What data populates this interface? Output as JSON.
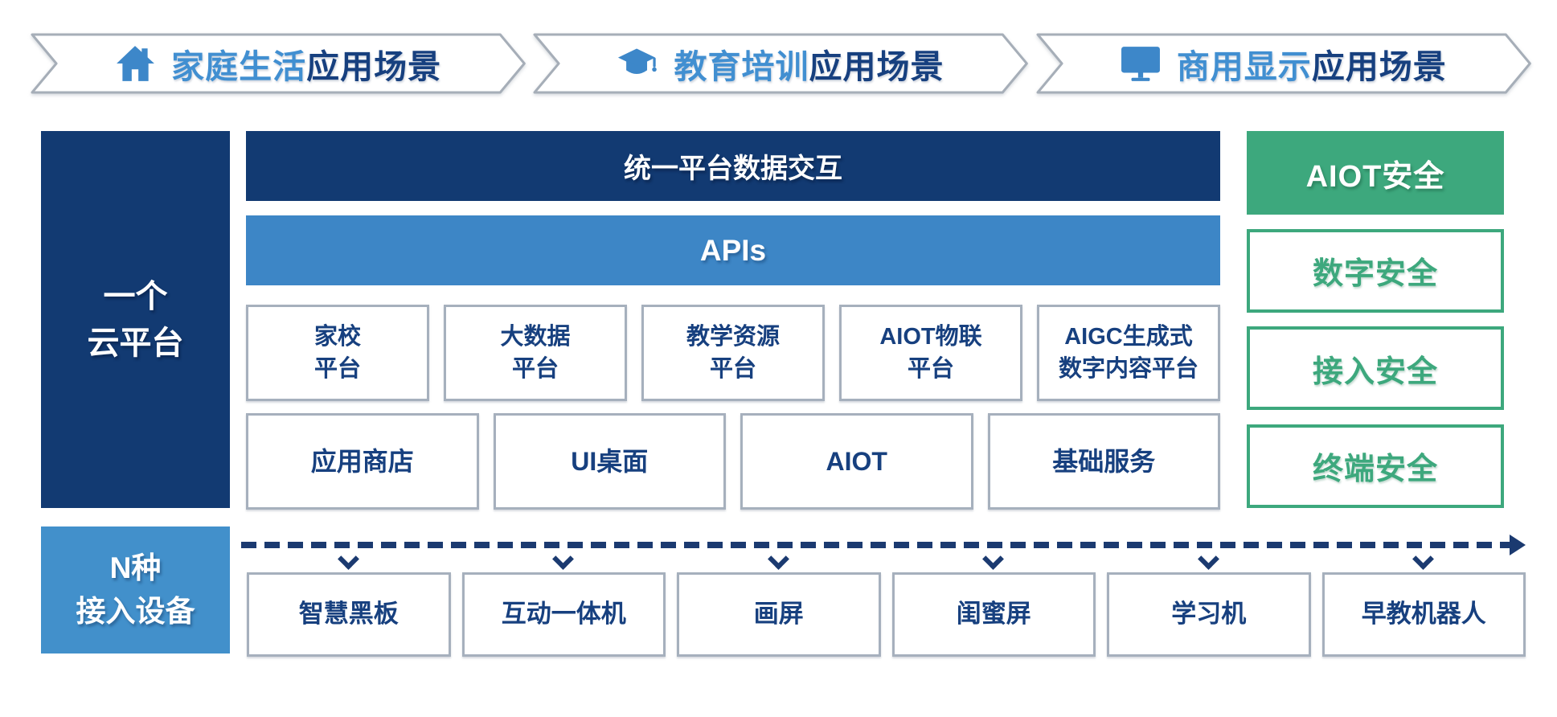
{
  "colors": {
    "navy": "#123a72",
    "navy-text": "#17407f",
    "banner-blue": "#418fd1",
    "icon-blue": "#3d87c9",
    "api-blue": "#3d86c6",
    "hub-blue": "#4290cb",
    "green": "#3da87d",
    "border-gray": "#a6b0bd",
    "line-navy": "#1b3a70"
  },
  "banners": [
    {
      "icon": "home-icon",
      "highlight": "家庭生活",
      "rest": "应用场景"
    },
    {
      "icon": "graduation-cap-icon",
      "highlight": "教育培训",
      "rest": "应用场景"
    },
    {
      "icon": "monitor-icon",
      "highlight": "商用显示",
      "rest": "应用场景"
    }
  ],
  "cloud": {
    "line1": "一个",
    "line2": "云平台"
  },
  "platform_layer": {
    "data_bar": "统一平台数据交互",
    "api_bar": "APIs"
  },
  "platforms": [
    {
      "line1": "家校",
      "line2": "平台"
    },
    {
      "line1": "大数据",
      "line2": "平台"
    },
    {
      "line1": "教学资源",
      "line2": "平台"
    },
    {
      "line1": "AIOT物联",
      "line2": "平台"
    },
    {
      "line1": "AIGC生成式",
      "line2": "数字内容平台"
    }
  ],
  "services": [
    "应用商店",
    "UI桌面",
    "AIOT",
    "基础服务"
  ],
  "security": {
    "primary": "AIOT安全",
    "items": [
      "数字安全",
      "接入安全",
      "终端安全"
    ]
  },
  "access": {
    "line1": "N种",
    "line2": "接入设备"
  },
  "devices": [
    "智慧黑板",
    "互动一体机",
    "画屏",
    "闺蜜屏",
    "学习机",
    "早教机器人"
  ]
}
